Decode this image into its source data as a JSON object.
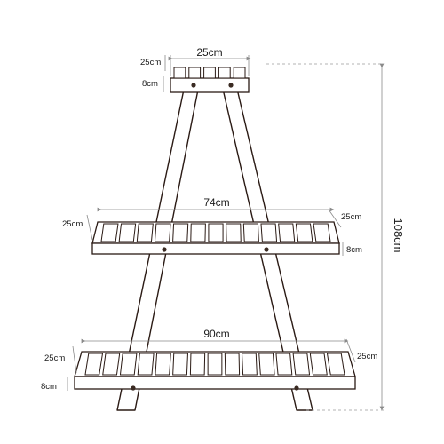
{
  "dimensions": {
    "top": {
      "width": "25cm",
      "depth": "25cm",
      "height": "8cm"
    },
    "middle": {
      "width": "74cm",
      "depth_left": "25cm",
      "depth_right": "25cm",
      "height": "8cm"
    },
    "bottom": {
      "width": "90cm",
      "depth_left": "25cm",
      "depth_right": "25cm",
      "height": "8cm"
    },
    "total_height": "108cm"
  },
  "colors": {
    "wood_outline": "#2a1a14",
    "dimension_line": "#8a8a8a"
  }
}
